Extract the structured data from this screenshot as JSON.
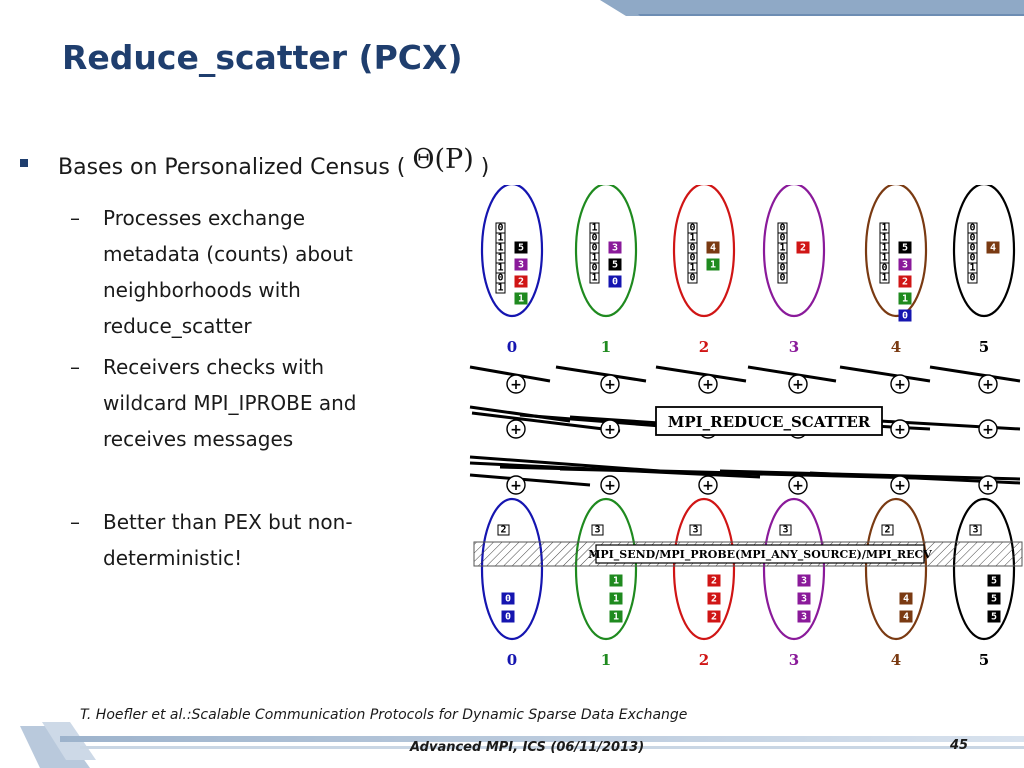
{
  "slide": {
    "title": "Reduce_scatter (PCX)"
  },
  "bullets": {
    "main_prefix": "Bases on Personalized Census (",
    "main_math": "Θ(P)",
    "main_suffix": ")",
    "sub": [
      "Processes exchange metadata (counts) about neighborhoods with reduce_scatter",
      "Receivers checks with wildcard MPI_IPROBE and receives messages",
      "Better than PEX but non-deterministic!"
    ],
    "dash": "–"
  },
  "diagram": {
    "process_ids": [
      "0",
      "1",
      "2",
      "3",
      "4",
      "5"
    ],
    "colors": [
      "#1515b0",
      "#1f8a1f",
      "#d01515",
      "#8a1a9a",
      "#7a3a12",
      "#000000"
    ],
    "top_bits": [
      [
        "0",
        "1",
        "1",
        "1",
        "1",
        "0",
        "1"
      ],
      [
        "1",
        "0",
        "0",
        "1",
        "0",
        "1"
      ],
      [
        "0",
        "1",
        "0",
        "0",
        "1",
        "0"
      ],
      [
        "0",
        "0",
        "1",
        "0",
        "0",
        "0"
      ],
      [
        "1",
        "1",
        "1",
        "1",
        "0",
        "1"
      ],
      [
        "0",
        "0",
        "0",
        "0",
        "1",
        "0"
      ]
    ],
    "top_counts": [
      [
        [
          "5",
          "#000000"
        ],
        [
          "3",
          "#8a1a9a"
        ],
        [
          "2",
          "#d01515"
        ],
        [
          "1",
          "#1f8a1f"
        ]
      ],
      [
        [
          "3",
          "#8a1a9a"
        ],
        [
          "5",
          "#000000"
        ],
        [
          "0",
          "#1515b0"
        ]
      ],
      [
        [
          "4",
          "#7a3a12"
        ],
        [
          "1",
          "#1f8a1f"
        ]
      ],
      [
        [
          "2",
          "#d01515"
        ]
      ],
      [
        [
          "5",
          "#000000"
        ],
        [
          "3",
          "#8a1a9a"
        ],
        [
          "2",
          "#d01515"
        ],
        [
          "1",
          "#1f8a1f"
        ],
        [
          "0",
          "#1515b0"
        ]
      ],
      [
        [
          "4",
          "#7a3a12"
        ]
      ]
    ],
    "plus": "+",
    "reduce_label": "MPI_REDUCE_SCATTER",
    "recv_label": "MPI_SEND/MPI_PROBE(MPI_ANY_SOURCE)/MPI_RECV",
    "bottom_counts": [
      "2",
      "3",
      "3",
      "3",
      "2",
      "3"
    ],
    "bottom_msgs": [
      [
        "0",
        "0"
      ],
      [
        "1",
        "1",
        "1"
      ],
      [
        "2",
        "2",
        "2"
      ],
      [
        "3",
        "3",
        "3"
      ],
      [
        "4",
        "4"
      ],
      [
        "5",
        "5",
        "5"
      ]
    ]
  },
  "citation": "T. Hoefler et al.:Scalable Communication Protocols for Dynamic Sparse Data Exchange",
  "footer": {
    "text": "Advanced MPI, ICS (06/11/2013)",
    "page": "45"
  }
}
